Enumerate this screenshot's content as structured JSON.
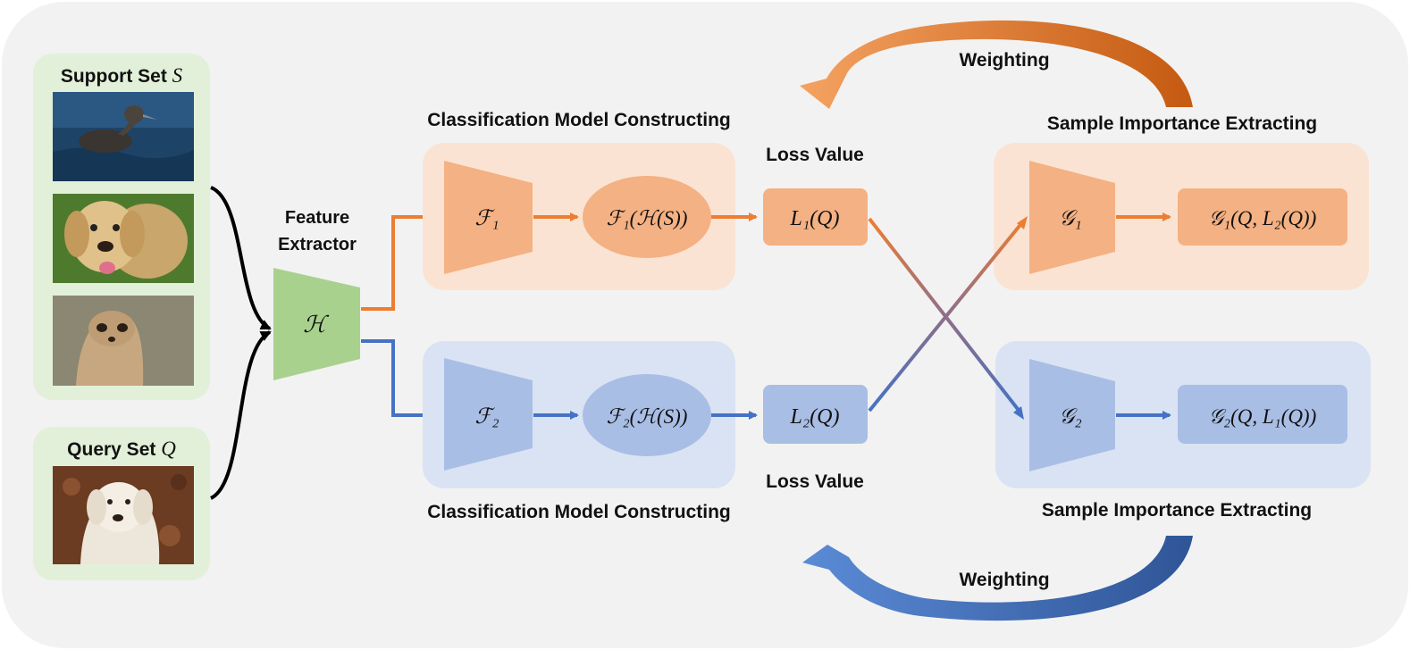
{
  "support_set": {
    "label": "Support Set ",
    "symbol": "S"
  },
  "query_set": {
    "label": "Query Set ",
    "symbol": "Q"
  },
  "feature_extractor": {
    "label_line1": "Feature",
    "label_line2": "Extractor",
    "symbol": "ℋ"
  },
  "top_branch": {
    "section_title": "Classification Model Constructing",
    "model_symbol": "ℱ₁",
    "model_output": "ℱ₁(ℋ(S))",
    "loss_label": "Loss Value",
    "loss_value": "L₁(Q)",
    "importance_title": "Sample Importance Extracting",
    "importance_symbol": "𝒢₁",
    "importance_output": "𝒢₁(Q, L₂(Q))",
    "weighting_label": "Weighting"
  },
  "bottom_branch": {
    "section_title": "Classification Model Constructing",
    "model_symbol": "ℱ₂",
    "model_output": "ℱ₂(ℋ(S))",
    "loss_label": "Loss Value",
    "loss_value": "L₂(Q)",
    "importance_title": "Sample Importance Extracting",
    "importance_symbol": "𝒢₂",
    "importance_output": "𝒢₂(Q, L₁(Q))",
    "weighting_label": "Weighting"
  },
  "colors": {
    "orange": "#ED7D31",
    "orange_light": "#FBE3D3",
    "orange_box": "#F4B183",
    "orange_mid": "#F8CBAD",
    "blue": "#4472C4",
    "blue_light": "#DAE3F3",
    "blue_box": "#A9BEE5",
    "blue_mid": "#B4C7E7",
    "green_panel": "#E2F0D9",
    "green_trap": "#A9D18E",
    "background": "#F2F2F2"
  }
}
